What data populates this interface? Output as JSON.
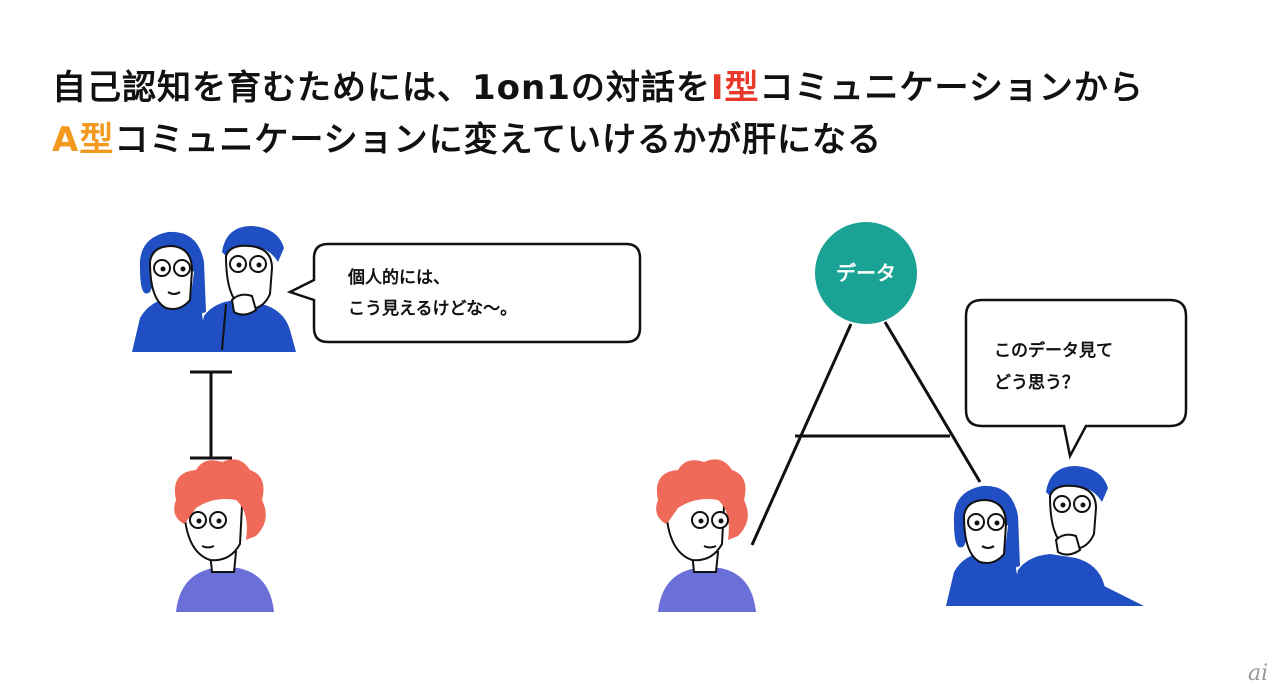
{
  "title": {
    "line1_a": "自己認知を育むためには、1on1の対話を",
    "line1_hl": "I型",
    "line1_b": "コミュニケーションから",
    "line2_hl": "A型",
    "line2_b": "コミュニケーションに変えていけるかが肝になる"
  },
  "left_bubble": {
    "line1": "個人的には、",
    "line2": "こう見えるけどな〜。"
  },
  "data_badge": {
    "label": "データ"
  },
  "right_bubble": {
    "line1": "このデータ見て",
    "line2": "どう思う？"
  },
  "watermark": "ai",
  "colors": {
    "blue_people": "#1f4fc2",
    "red_hair": "#f06a5a",
    "purple_shirt": "#6b6fd8",
    "teal_badge": "#1aa394",
    "title_red": "#e8392b",
    "title_orange": "#f39a1e"
  }
}
